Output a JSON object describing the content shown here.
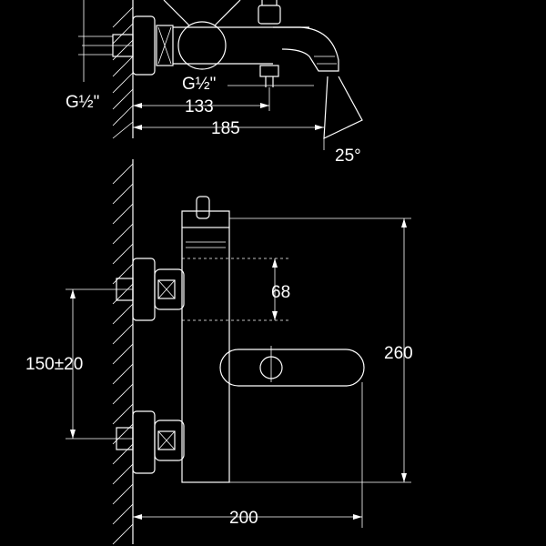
{
  "dimensions": {
    "thread_left": "G½\"",
    "thread_outlet": "G½\"",
    "dim_133": "133",
    "dim_185": "185",
    "angle": "25°",
    "dim_68": "68",
    "dim_260": "260",
    "dim_150": "150±20",
    "dim_200": "200"
  },
  "colors": {
    "background": "#000000",
    "line": "#ffffff"
  }
}
